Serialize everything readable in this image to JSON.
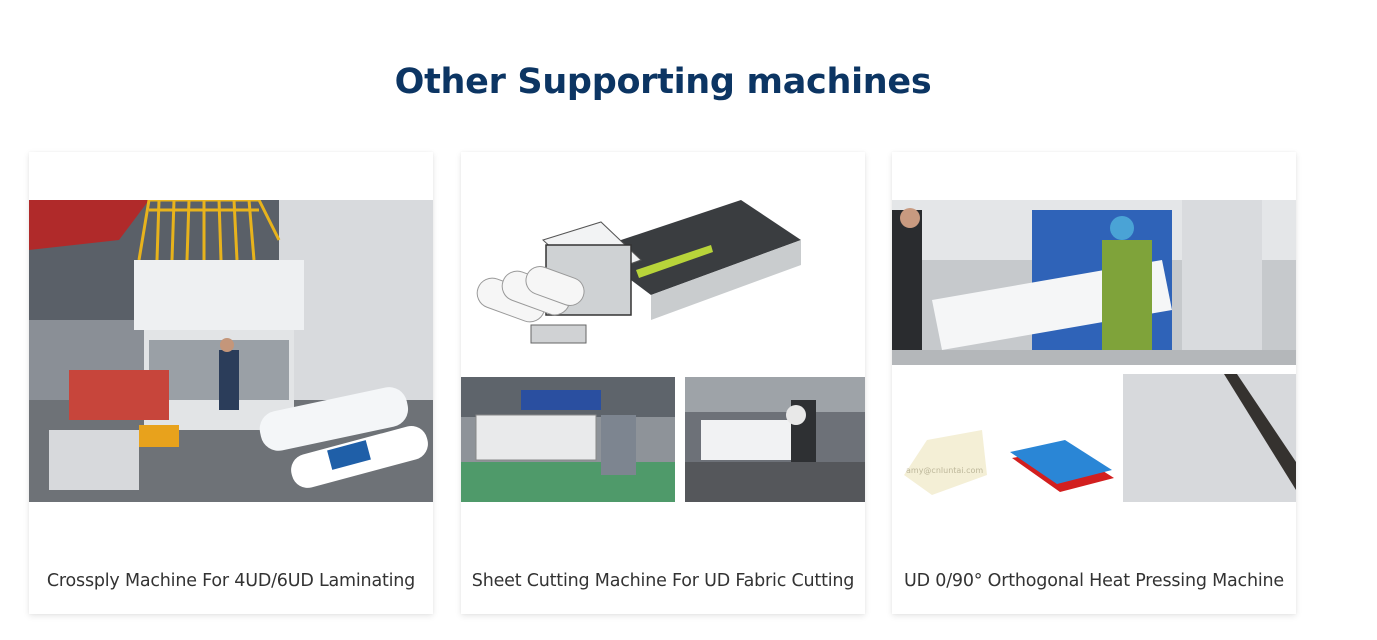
{
  "section": {
    "title": "Other Supporting machines",
    "title_color": "#0c3563"
  },
  "cards": [
    {
      "caption": "Crossply Machine For 4UD/6UD Laminating",
      "image": "crossply-laminating-machine-factory-photo"
    },
    {
      "caption": "Sheet Cutting Machine For UD Fabric Cutting",
      "image": "sheet-cutting-machine-render-and-photos"
    },
    {
      "caption": "UD 0/90° Orthogonal Heat Pressing Machine",
      "image": "heat-pressing-machine-photo-and-product-samples",
      "watermark": "amy@cnluntai.com"
    }
  ]
}
